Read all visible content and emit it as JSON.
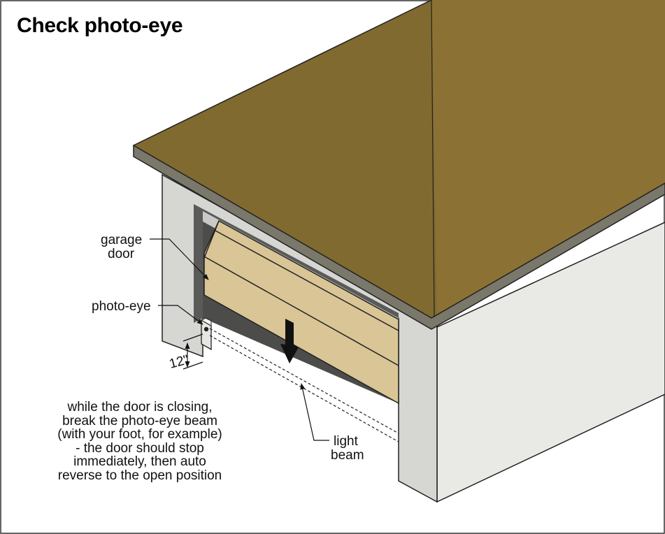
{
  "title": "Check photo-eye",
  "labels": {
    "garage_door": [
      "garage",
      "door"
    ],
    "photo_eye": "photo-eye",
    "height": "12\"",
    "light_beam": [
      "light",
      "beam"
    ]
  },
  "instruction": [
    "while the door is closing,",
    "break the photo-eye beam",
    "(with your foot, for example)",
    "- the door should stop",
    "immediately, then auto",
    "reverse to the open position"
  ],
  "colors": {
    "roof": "#816a30",
    "roof_right": "#8b7234",
    "roof_edge": "#7a776b",
    "wall_front": "#d6d6d3",
    "wall_side": "#e9e9e6",
    "door": "#d9c595",
    "opening_dark": "#5a5a58"
  }
}
